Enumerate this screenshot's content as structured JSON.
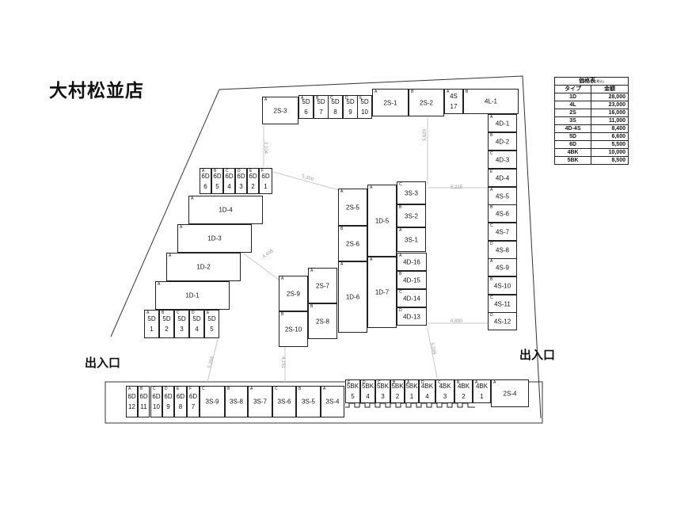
{
  "store": {
    "name": "大村松並店"
  },
  "entrances": {
    "left": "出入口",
    "right": "出入口"
  },
  "price_table": {
    "title": "価格表",
    "title_note": "(税込)",
    "header_type": "タイプ",
    "header_price": "金額",
    "rows": [
      {
        "type": "1D",
        "price": "28,000"
      },
      {
        "type": "4L",
        "price": "23,000"
      },
      {
        "type": "2S",
        "price": "16,000"
      },
      {
        "type": "3S",
        "price": "11,000"
      },
      {
        "type": "4D-4S",
        "price": "8,400"
      },
      {
        "type": "5D",
        "price": "6,600"
      },
      {
        "type": "6D",
        "price": "5,500"
      },
      {
        "type": "4BK",
        "price": "10,000"
      },
      {
        "type": "5BK",
        "price": "8,500"
      }
    ]
  },
  "dimensions": [
    "2,104",
    "5,350",
    "5,620",
    "5,215",
    "4,498",
    "4,690",
    "5,099",
    "4,151",
    "5,394"
  ],
  "units": [
    {
      "l": "A",
      "n": "2S-3"
    },
    {
      "l": "A",
      "n": "5D 6"
    },
    {
      "l": "B",
      "n": "5D 7"
    },
    {
      "l": "C",
      "n": "5D 8"
    },
    {
      "l": "D",
      "n": "5D 9"
    },
    {
      "l": "E",
      "n": "5D 10"
    },
    {
      "l": "A",
      "n": "2S-1"
    },
    {
      "l": "B",
      "n": "2S-2"
    },
    {
      "l": "A",
      "n": "4S 17"
    },
    {
      "l": "B",
      "n": "4L-1"
    },
    {
      "l": "A",
      "n": "4D-1"
    },
    {
      "l": "B",
      "n": "4D-2"
    },
    {
      "l": "C",
      "n": "4D-3"
    },
    {
      "l": "E",
      "n": "4D-4"
    },
    {
      "l": "A",
      "n": "4S-5"
    },
    {
      "l": "B",
      "n": "4S-6"
    },
    {
      "l": "C",
      "n": "4S-7"
    },
    {
      "l": "D",
      "n": "4S-8"
    },
    {
      "l": "A",
      "n": "4S-9"
    },
    {
      "l": "B",
      "n": "4S-10"
    },
    {
      "l": "C",
      "n": "4S-11"
    },
    {
      "l": "D",
      "n": "4S-12"
    },
    {
      "l": "A",
      "n": "6D 6"
    },
    {
      "l": "B",
      "n": "6D 5"
    },
    {
      "l": "C",
      "n": "6D 4"
    },
    {
      "l": "D",
      "n": "6D 3"
    },
    {
      "l": "E",
      "n": "6D 2"
    },
    {
      "l": "F",
      "n": "6D 1"
    },
    {
      "l": "A",
      "n": "1D-4"
    },
    {
      "l": "A",
      "n": "1D-3"
    },
    {
      "l": "A",
      "n": "1D-2"
    },
    {
      "l": "A",
      "n": "1D-1"
    },
    {
      "l": "A",
      "n": "5D 1"
    },
    {
      "l": "B",
      "n": "5D 2"
    },
    {
      "l": "C",
      "n": "5D 3"
    },
    {
      "l": "D",
      "n": "5D 4"
    },
    {
      "l": "E",
      "n": "5D 5"
    },
    {
      "l": "A",
      "n": "2S-5"
    },
    {
      "l": "B",
      "n": "2S-6"
    },
    {
      "l": "A",
      "n": "1D-5"
    },
    {
      "l": "C",
      "n": "3S-3"
    },
    {
      "l": "B",
      "n": "3S-2"
    },
    {
      "l": "A",
      "n": "3S-1"
    },
    {
      "l": "A",
      "n": "4D-16"
    },
    {
      "l": "B",
      "n": "4D-15"
    },
    {
      "l": "C",
      "n": "4D-14"
    },
    {
      "l": "D",
      "n": "4D-13"
    },
    {
      "l": "A",
      "n": "1D-6"
    },
    {
      "l": "A",
      "n": "1D-7"
    },
    {
      "l": "A",
      "n": "2S-9"
    },
    {
      "l": "B",
      "n": "2S-10"
    },
    {
      "l": "A",
      "n": "2S-7"
    },
    {
      "l": "B",
      "n": "2S-8"
    },
    {
      "l": "A",
      "n": "6D 12"
    },
    {
      "l": "B",
      "n": "6D 11"
    },
    {
      "l": "C",
      "n": "6D 10"
    },
    {
      "l": "D",
      "n": "6D 9"
    },
    {
      "l": "E",
      "n": "6D 8"
    },
    {
      "l": "F",
      "n": "6D 7"
    },
    {
      "l": "C",
      "n": "3S-9"
    },
    {
      "l": "B",
      "n": "3S-8"
    },
    {
      "l": "A",
      "n": "3S-7"
    },
    {
      "l": "C",
      "n": "3S-6"
    },
    {
      "l": "B",
      "n": "3S-5"
    },
    {
      "l": "A",
      "n": "3S-4"
    },
    {
      "l": "E",
      "n": "5BK 5"
    },
    {
      "l": "D",
      "n": "5BK 4"
    },
    {
      "l": "C",
      "n": "5BK 3"
    },
    {
      "l": "B",
      "n": "5BK 2"
    },
    {
      "l": "A",
      "n": "5BK 1"
    },
    {
      "l": "D",
      "n": "4BK 4"
    },
    {
      "l": "C",
      "n": "4BK 3"
    },
    {
      "l": "B",
      "n": "4BK 2"
    },
    {
      "l": "A",
      "n": "4BK 1"
    },
    {
      "l": "A",
      "n": "2S-4"
    }
  ]
}
